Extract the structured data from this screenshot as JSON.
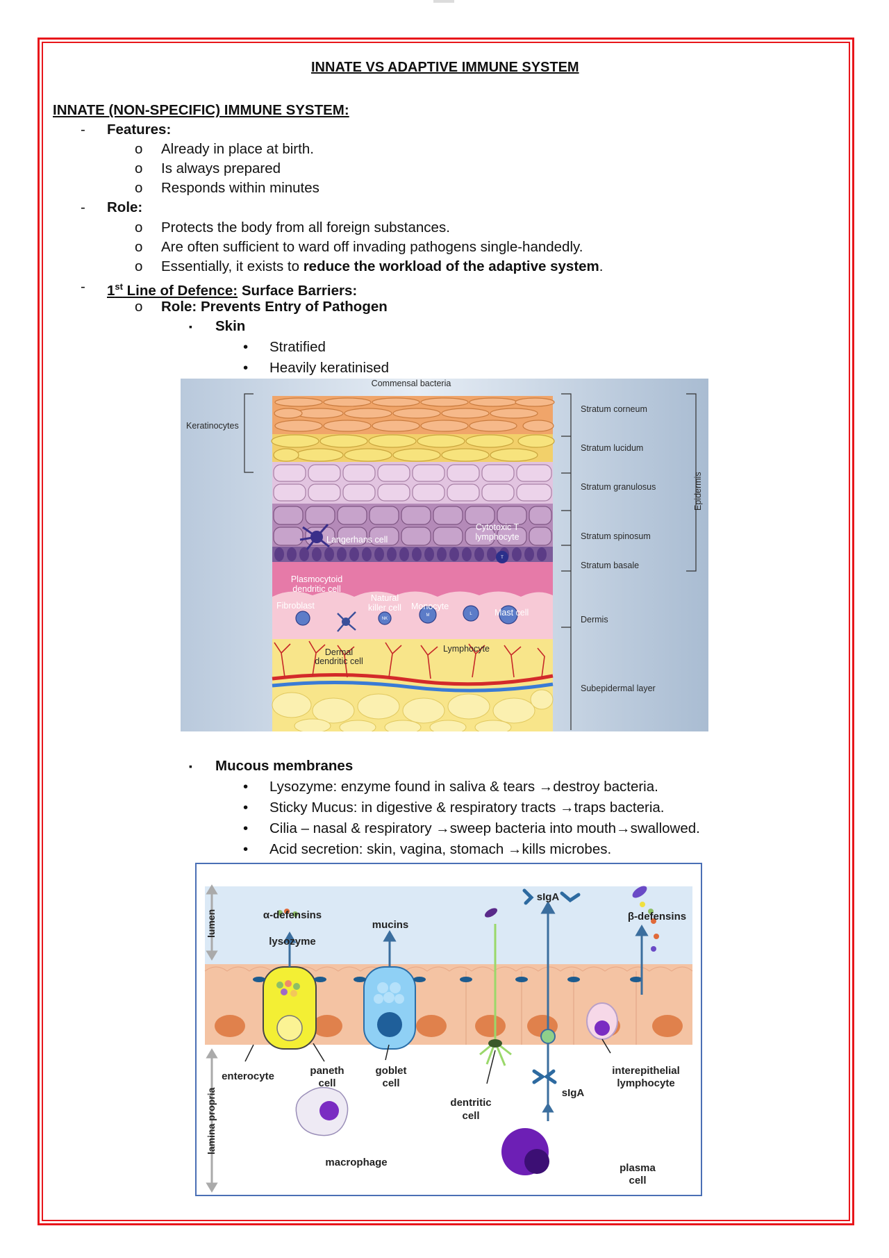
{
  "title": "INNATE VS ADAPTIVE IMMUNE SYSTEM",
  "section_heading": "INNATE (NON-SPECIFIC) IMMUNE SYSTEM:",
  "bullets": {
    "dash": "-",
    "circle": "o",
    "square": "▪",
    "dot": "•"
  },
  "features": {
    "heading": "Features:",
    "items": [
      "Already in place at birth.",
      "Is always prepared",
      "Responds within minutes"
    ]
  },
  "role": {
    "heading": "Role:",
    "items": [
      "Protects the body from all foreign substances.",
      "Are often sufficient to ward off invading pathogens single-handedly."
    ],
    "item3_prefix": "Essentially, it exists to ",
    "item3_bold": "reduce the workload of the adaptive system",
    "item3_suffix": "."
  },
  "line_of_defence": {
    "num": "1",
    "sup": "st",
    "underlined": " Line of Defence:",
    "rest": " Surface Barriers:",
    "sub_role": "Role: Prevents Entry of Pathogen"
  },
  "skin": {
    "heading": "Skin",
    "items": [
      "Stratified",
      "Heavily keratinised"
    ]
  },
  "skin_figure": {
    "top_label": "Commensal bacteria",
    "keratinocytes": "Keratinocytes",
    "layers": [
      "Stratum corneum",
      "Stratum lucidum",
      "Stratum granulosus",
      "Stratum spinosum",
      "Stratum basale",
      "Dermis",
      "Subepidermal layer"
    ],
    "epidermis": "Epidermis",
    "cells": {
      "langerhans": "Langerhans cell",
      "cytotoxic1": "Cytotoxic T",
      "cytotoxic2": "lymphocyte",
      "plasmacytoid1": "Plasmocytoid",
      "plasmacytoid2": "dendritic cell",
      "fibroblast": "Fibroblast",
      "nk1": "Natural",
      "nk2": "killer cell",
      "monocyte": "Monocyte",
      "mast": "Mast cell",
      "lymphocyte": "Lymphocyte",
      "dermal1": "Dermal",
      "dermal2": "dendritic cell"
    },
    "cell_letters": {
      "t": "T",
      "m": "M",
      "nk": "NK",
      "l": "L"
    }
  },
  "mucous": {
    "heading": "Mucous membranes",
    "items": [
      "Lysozyme: enzyme found in saliva & tears →destroy bacteria.",
      "Sticky Mucus: in digestive & respiratory tracts →traps bacteria.",
      "Cilia – nasal & respiratory →sweep bacteria into mouth→swallowed.",
      "Acid secretion: skin, vagina, stomach →kills microbes."
    ]
  },
  "gut_figure": {
    "lumen": "lumen",
    "lamina": "lamina propria",
    "alpha": "α-defensins",
    "lysozyme": "lysozyme",
    "mucins": "mucins",
    "siga_top": "sIgA",
    "beta": "β-defensins",
    "enterocyte": "enterocyte",
    "paneth1": "paneth",
    "paneth2": "cell",
    "goblet1": "goblet",
    "goblet2": "cell",
    "dendritic1": "dentritic",
    "dendritic2": "cell",
    "siga_bottom": "sIgA",
    "iel1": "interepithelial",
    "iel2": "lymphocyte",
    "macrophage": "macrophage",
    "plasma1": "plasma",
    "plasma2": "cell"
  },
  "colors": {
    "frame": "#e8161b",
    "fig_border": "#4a6fb5"
  }
}
